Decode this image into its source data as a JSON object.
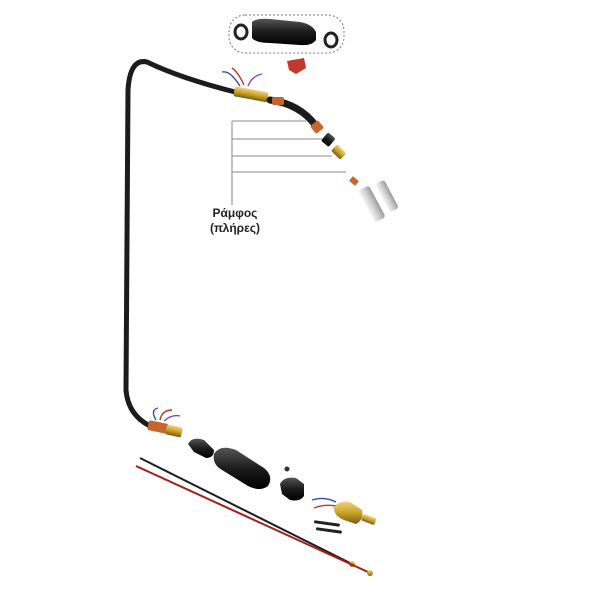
{
  "diagram": {
    "caption_line1": "Ράμφος",
    "caption_line2": "(πλήρες)"
  },
  "colors": {
    "background": "#ffffff",
    "cable": "#1c1c1c",
    "brass": "#c9a227",
    "copper": "#c8642e",
    "red_liner": "#a51d1d",
    "leader_line": "#8a8a8a",
    "nozzle": "#d8d8d8",
    "handle_red": "#c0392b"
  },
  "parts": [
    {
      "id": "handle-shell",
      "icon": "handle-shell-icon"
    },
    {
      "id": "trigger",
      "icon": "trigger-icon"
    },
    {
      "id": "hose-assembly",
      "icon": "cable-icon"
    },
    {
      "id": "swan-neck",
      "icon": "swan-neck-icon"
    },
    {
      "id": "gas-diffuser",
      "icon": "diffuser-icon"
    },
    {
      "id": "contact-tip",
      "icon": "contact-tip-icon"
    },
    {
      "id": "gas-nozzles",
      "icon": "nozzle-icon"
    },
    {
      "id": "rear-handle",
      "icon": "grip-icon"
    },
    {
      "id": "central-connector",
      "icon": "euro-connector-icon"
    },
    {
      "id": "wire-liners",
      "icon": "liner-icon"
    }
  ]
}
